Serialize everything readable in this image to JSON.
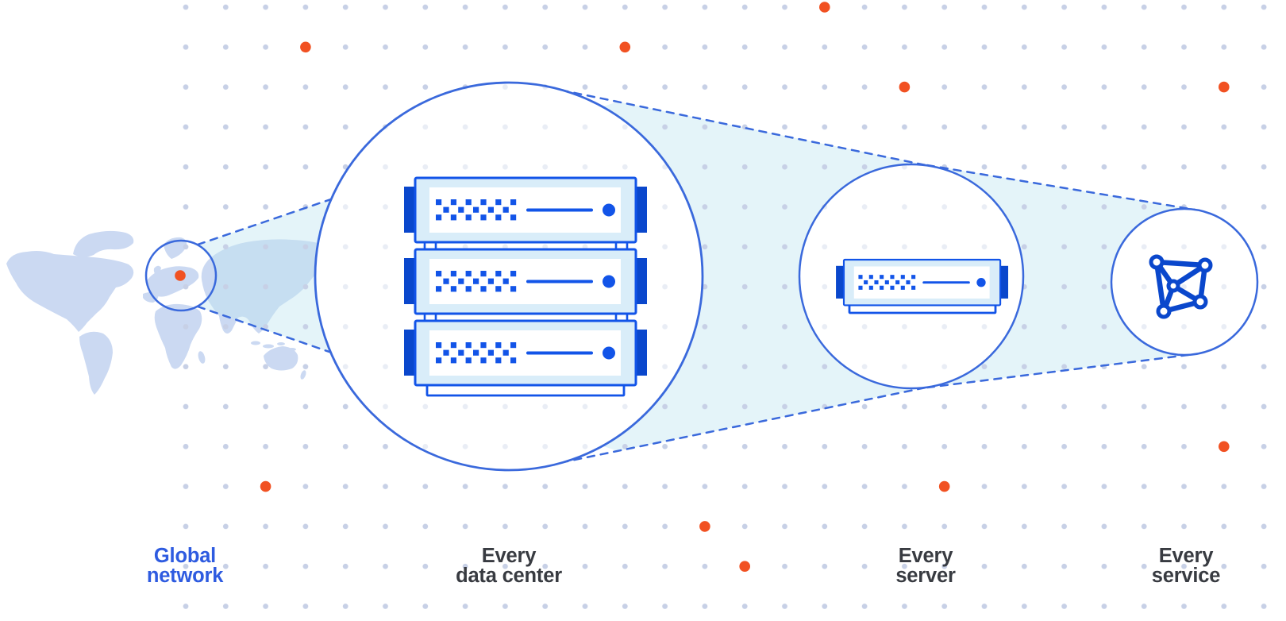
{
  "page": {
    "title": "Global network zoom diagram"
  },
  "captions": {
    "global_network": {
      "line1": "Global",
      "line2": "network"
    },
    "every_data_center": {
      "line1": "Every",
      "line2": "data center"
    },
    "every_server": {
      "line1": "Every",
      "line2": "server"
    },
    "every_service": {
      "line1": "Every",
      "line2": "service"
    }
  },
  "icons": {
    "map": "world-map",
    "highlight": "map-highlight-ring",
    "marker": "location-dot",
    "beam": "zoom-beam",
    "stack": "rack-server-stack-icon",
    "server": "server-icon",
    "mesh": "mesh-network-icon"
  },
  "colors": {
    "background": "#FFFFFF",
    "map": "#CBD9F2",
    "beam-fill": "#BEE4F0",
    "circle-stroke": "#3A69DC",
    "blue-strong": "#1254E8",
    "blue-dark": "#0A47CC",
    "bezel": "#D9EDF9",
    "grid-dot": "#C7D0E6",
    "grid-dot-faint": "#E9EDF5",
    "orange": "#F15122",
    "text-blue": "#2E5BE0",
    "text-dark": "#383B41"
  }
}
